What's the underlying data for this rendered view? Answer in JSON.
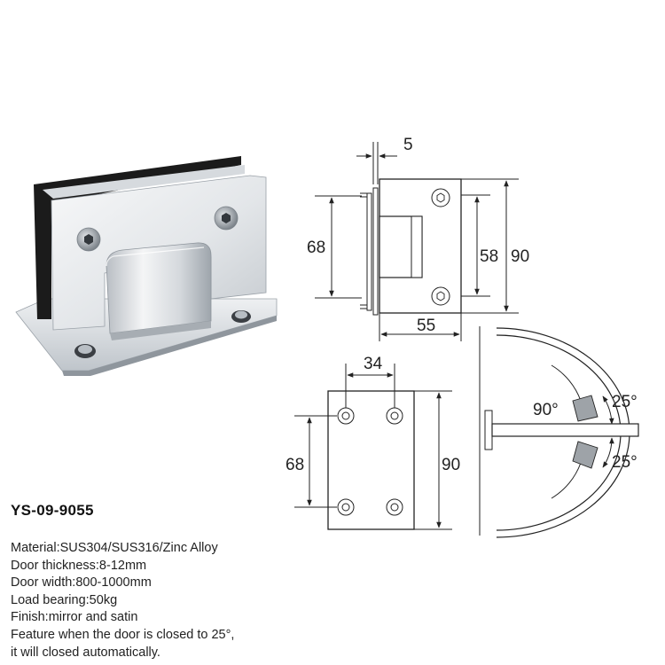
{
  "product": {
    "model": "YS-09-9055",
    "specs": [
      "Material:SUS304/SUS316/Zinc Alloy",
      "Door thickness:8-12mm",
      "Door width:800-1000mm",
      "Load bearing:50kg",
      "Finish:mirror and satin",
      "Feature when the door is closed to 25°,",
      "it will closed automatically."
    ]
  },
  "drawing": {
    "side_view": {
      "dim_top": "5",
      "dim_left": "68",
      "dim_right_inner": "58",
      "dim_right_outer": "90",
      "dim_bottom": "55"
    },
    "front_view": {
      "dim_top": "34",
      "dim_left": "68",
      "dim_right": "90"
    },
    "angle_view": {
      "angle_main": "90°",
      "angle_upper": "25°",
      "angle_lower": "25°"
    }
  },
  "colors": {
    "metal_light": "#e9ecef",
    "metal_mid": "#c9ced3",
    "metal_dark": "#8e959c",
    "glass_edge": "#1a1a1a",
    "line": "#222222"
  }
}
